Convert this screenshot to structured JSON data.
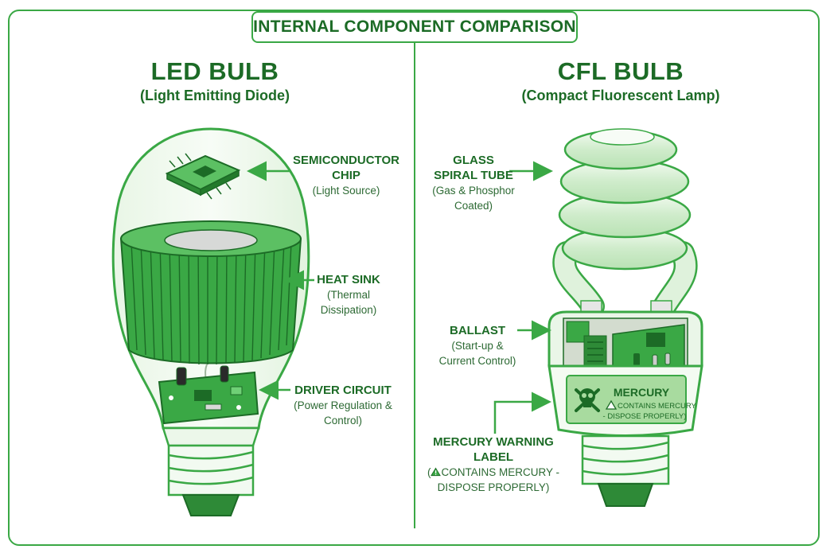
{
  "title": "INTERNAL COMPONENT COMPARISON",
  "led": {
    "name": "LED BULB",
    "full_name": "(Light Emitting Diode)",
    "callouts": [
      {
        "title": "SEMICONDUCTOR CHIP",
        "desc": "(Light Source)"
      },
      {
        "title": "HEAT SINK",
        "desc": "(Thermal Dissipation)"
      },
      {
        "title": "DRIVER CIRCUIT",
        "desc": "(Power Regulation & Control)"
      }
    ]
  },
  "cfl": {
    "name": "CFL BULB",
    "full_name": "(Compact Fluorescent Lamp)",
    "callouts": [
      {
        "title": "GLASS SPIRAL TUBE",
        "desc": "(Gas & Phosphor Coated)"
      },
      {
        "title": "BALLAST",
        "desc": "(Start-up & Current Control)"
      },
      {
        "title": "MERCURY WARNING LABEL",
        "desc_pre": "(",
        "desc": "CONTAINS MERCURY - DISPOSE PROPERLY)"
      }
    ],
    "label": {
      "heading": "MERCURY",
      "line1": "CONTAINS MERCURY",
      "line2": "- DISPOSE PROPERLY)"
    }
  },
  "colors": {
    "accent": "#3aa845",
    "dark_green": "#1c6b26",
    "light_green": "#dff2dc"
  },
  "icons": [
    "chip-icon",
    "heat-sink-icon",
    "circuit-board-icon",
    "spiral-tube-icon",
    "ballast-icon",
    "skull-crossbones-icon",
    "warning-triangle-icon",
    "screw-base-icon",
    "arrow-icon"
  ]
}
